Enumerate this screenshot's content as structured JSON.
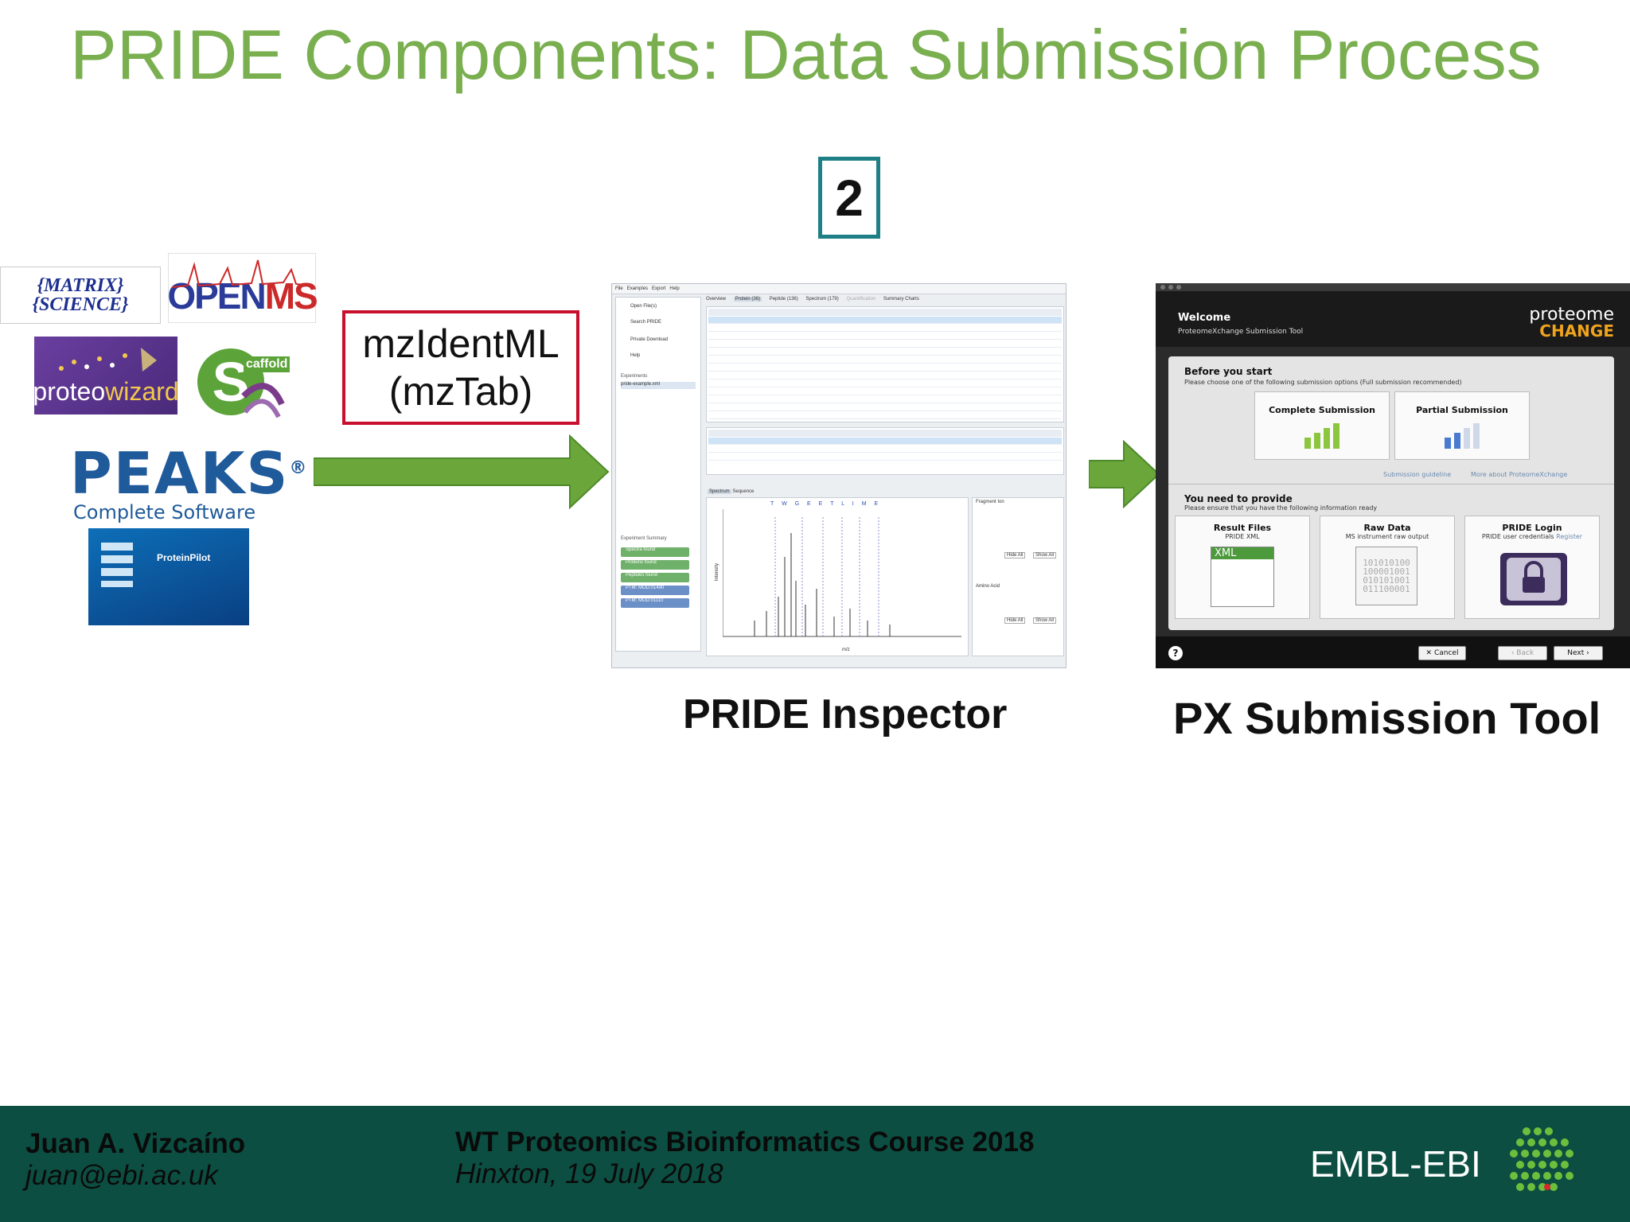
{
  "slide": {
    "title": "PRIDE Components: Data Submission Process",
    "step_number": "2",
    "format_box": {
      "line1": "mzIdentML",
      "line2": "(mzTab)"
    },
    "logos": {
      "matrix": {
        "line1": "{MATRIX}",
        "line2": "{SCIENCE}"
      },
      "openms": {
        "open": "OPEN",
        "ms": "MS"
      },
      "proteowizard": {
        "proteo": "proteo",
        "wizard": "wizard"
      },
      "scaffold": "caffold",
      "peaks": {
        "name": "PEAKS",
        "reg": "®",
        "tagline": "Complete Software"
      },
      "proteinpilot": "ProteinPilot"
    },
    "inspector": {
      "label": "PRIDE Inspector",
      "menu": [
        "File",
        "Examples",
        "Export",
        "Help"
      ],
      "tabs": [
        "Overview",
        "Protein (36)",
        "Peptide (136)",
        "Spectrum (179)",
        "Quantification",
        "Summary Charts"
      ],
      "side_items": [
        "Open File(s)",
        "Search PRIDE",
        "Private Download",
        "Help"
      ],
      "experiments_label": "Experiments",
      "experiment_file": "pride-example.xml",
      "summary_label": "Experiment Summary",
      "summary_items": [
        "Spectra found",
        "Proteins found",
        "Peptides found",
        "PTM: MOD:01490",
        "PTM: MOD:01110"
      ],
      "spectrum_tab": "Spectrum",
      "sequence_tab": "Sequence",
      "peptide_sequence": "T W G E E T L I M E",
      "xaxis_label": "m/z",
      "yaxis_label": "Intensity",
      "fragment_label": "Fragment Ion",
      "amino_label": "Amino Acid",
      "hide_all": "Hide All",
      "show_all": "Show All"
    },
    "pxtool": {
      "label": "PX Submission Tool",
      "welcome": "Welcome",
      "subtitle": "ProteomeXchange Submission Tool",
      "logo_top": "proteome",
      "logo_bottom": "CHANGE",
      "before_title": "Before you start",
      "before_text": "Please choose one of the following submission options (Full submission recommended)",
      "complete": "Complete Submission",
      "partial": "Partial Submission",
      "guideline": "Submission guideline",
      "more": "More about ProteomeXchange",
      "provide_title": "You need to provide",
      "provide_text": "Please ensure that you have the following information ready",
      "cards": [
        {
          "title": "Result Files",
          "sub": "PRIDE XML"
        },
        {
          "title": "Raw Data",
          "sub": "MS instrument raw output"
        },
        {
          "title": "PRIDE Login",
          "sub": "PRIDE user credentials",
          "link": "Register"
        }
      ],
      "xml_label": "XML",
      "binary": [
        "101010100",
        "100001001",
        "010101001",
        "011100001"
      ],
      "cancel": "Cancel",
      "back": "Back",
      "next": "Next"
    }
  },
  "footer": {
    "author": "Juan A. Vizcaíno",
    "email": "juan@ebi.ac.uk",
    "course": "WT Proteomics Bioinformatics Course 2018",
    "place_date": "Hinxton, 19 July 2018",
    "org": "EMBL-EBI"
  },
  "colors": {
    "title": "#7aaf50",
    "arrow": "#6aa63a",
    "step_border": "#1e7f86",
    "format_border": "#c8102e",
    "footer_bg": "#0c4f42"
  }
}
